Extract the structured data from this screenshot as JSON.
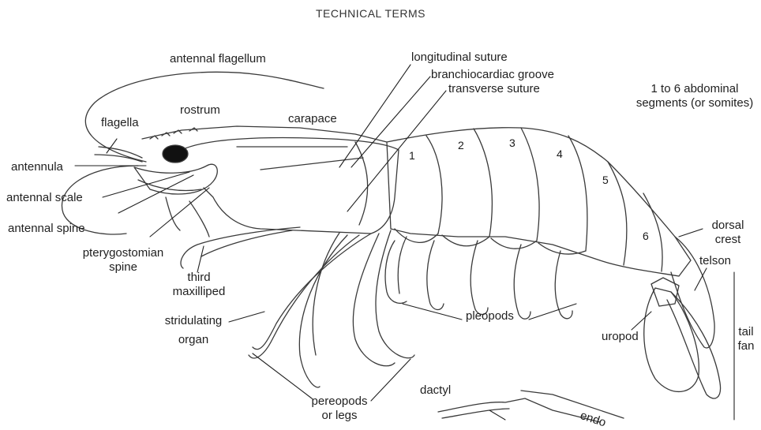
{
  "title": "TECHNICAL TERMS",
  "labels": {
    "antennal_flagellum": "antennal flagellum",
    "rostrum": "rostrum",
    "flagella": "flagella",
    "carapace": "carapace",
    "longitudinal_suture": "longitudinal suture",
    "branchiocardiac_groove": "branchiocardiac groove",
    "transverse_suture": "transverse suture",
    "abdominal_segments_line1": "1 to 6 abdominal",
    "abdominal_segments_line2": "segments (or somites)",
    "antennula": "antennula",
    "antennal_scale": "antennal scale",
    "antennal_spine": "antennal spine",
    "pterygostomian_line1": "pterygostomian",
    "pterygostomian_line2": "spine",
    "third_line1": "third",
    "third_line2": "maxilliped",
    "stridulating_line1": "stridulating",
    "stridulating_line2": "organ",
    "pereopods_line1": "pereopods",
    "pereopods_line2": "or legs",
    "dactyl": "dactyl",
    "endopod": "endo",
    "pleopods": "pleopods",
    "uropod": "uropod",
    "dorsal_crest_line1": "dorsal",
    "dorsal_crest_line2": "crest",
    "telson": "telson",
    "tail_fan_line1": "tail",
    "tail_fan_line2": "fan"
  },
  "segment_numbers": [
    "1",
    "2",
    "3",
    "4",
    "5",
    "6"
  ]
}
